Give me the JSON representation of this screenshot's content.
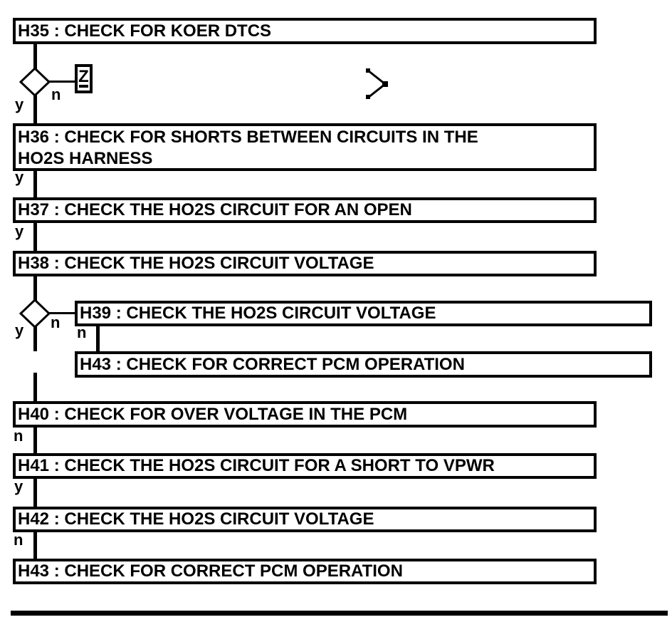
{
  "flowchart": {
    "boxes": [
      {
        "id": "H35",
        "label": "H35 : CHECK FOR KOER DTCS"
      },
      {
        "id": "H36",
        "lines": [
          "H36 : CHECK FOR SHORTS BETWEEN CIRCUITS IN THE",
          "HO2S HARNESS"
        ]
      },
      {
        "id": "H37",
        "label": "H37 : CHECK THE HO2S CIRCUIT FOR AN OPEN"
      },
      {
        "id": "H38",
        "label": "H38 : CHECK THE HO2S CIRCUIT VOLTAGE"
      },
      {
        "id": "H39",
        "label": "H39 : CHECK THE HO2S CIRCUIT VOLTAGE"
      },
      {
        "id": "H43A",
        "label": "H43 : CHECK FOR CORRECT PCM OPERATION"
      },
      {
        "id": "H40",
        "label": "H40 : CHECK FOR OVER VOLTAGE IN THE PCM"
      },
      {
        "id": "H41",
        "label": "H41 : CHECK THE HO2S CIRCUIT FOR A SHORT TO VPWR"
      },
      {
        "id": "H42",
        "label": "H42 : CHECK THE HO2S CIRCUIT VOLTAGE"
      },
      {
        "id": "H43B",
        "label": "H43 : CHECK FOR CORRECT PCM OPERATION"
      }
    ],
    "offpage_connector_label": "Z",
    "edge_labels": {
      "h35_yes": "y",
      "h35_no": "n",
      "h36_yes": "y",
      "h37_yes": "y",
      "h38_yes": "y",
      "h38_no": "n",
      "h39_no": "n",
      "h40_no": "n",
      "h41_yes": "y",
      "h42_no": "n"
    },
    "colors": {
      "background": "#ffffff",
      "ink": "#000000"
    }
  }
}
